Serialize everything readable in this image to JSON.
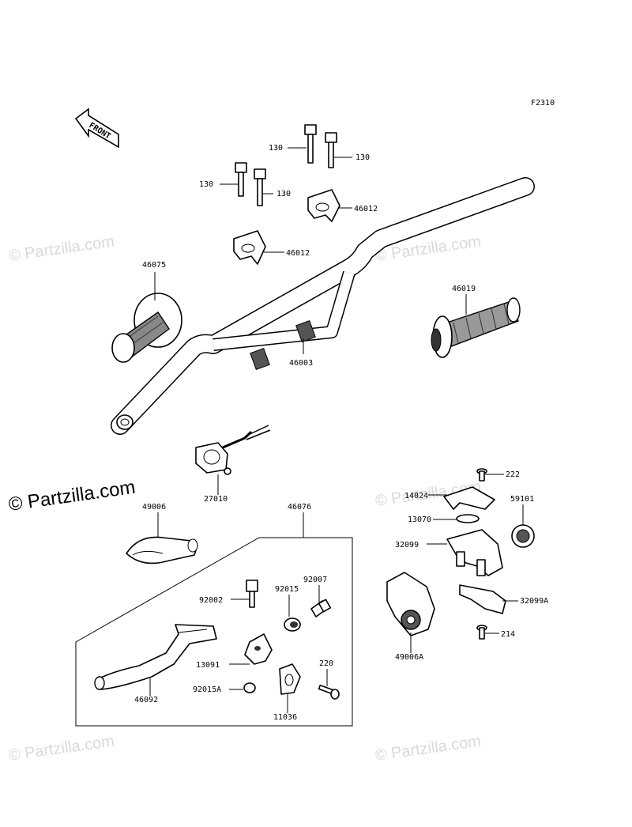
{
  "diagram_code": "F2310",
  "front_label": "FRONT",
  "watermark": "© Partzilla.com",
  "parts": {
    "bolt_a": "130",
    "bolt_b": "130",
    "bolt_c": "130",
    "bolt_d": "130",
    "holder_upper": "46012",
    "holder_lower": "46012",
    "grip_left": "46075",
    "grip_right": "46019",
    "handlebar": "46003",
    "switch": "27010",
    "lever_assy": "46076",
    "lever_cover": "49006",
    "bolt_pivot": "92002",
    "nut_adjuster": "92015",
    "adjuster": "92007",
    "lever_holder": "13091",
    "bolt_clamp": "220",
    "nut": "92015A",
    "clamp": "11036",
    "lever": "46092",
    "screw_top": "222",
    "plate": "14024",
    "ring": "13070",
    "collar": "59101",
    "throttle_case_upper": "32099",
    "throttle_case_lower": "32099A",
    "throttle_cover": "49006A",
    "screw_bottom": "214"
  }
}
